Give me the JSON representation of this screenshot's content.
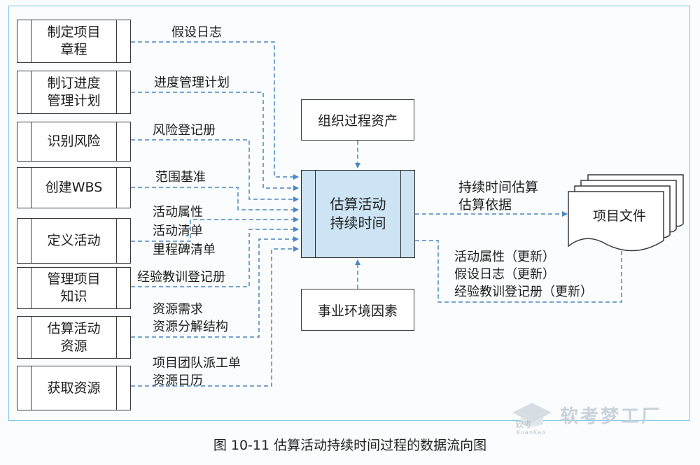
{
  "inputs": [
    {
      "name": "制定项目\n章程",
      "flow": "假设日志"
    },
    {
      "name": "制订进度\n管理计划",
      "flow": "进度管理计划"
    },
    {
      "name": "识别风险",
      "flow": "风险登记册"
    },
    {
      "name": "创建WBS",
      "flow": "范围基准"
    },
    {
      "name": "定义活动",
      "flow": "活动属性\n活动清单\n里程碑清单"
    },
    {
      "name": "管理项目\n知识",
      "flow": "经验教训登记册"
    },
    {
      "name": "估算活动\n资源",
      "flow": "资源需求\n资源分解结构"
    },
    {
      "name": "获取资源",
      "flow": "项目团队派工单\n资源日历"
    }
  ],
  "center_process": "估算活动\n持续时间",
  "top_input": "组织过程资产",
  "bottom_input": "事业环境因素",
  "output": {
    "target": "项目文件",
    "main_flow": "持续时间估算\n估算依据",
    "update_flow": "活动属性（更新）\n假设日志（更新）\n经验教训登记册（更新）"
  },
  "caption": "图 10-11    估算活动持续时间过程的数据流向图",
  "watermark": {
    "name": "软考梦工厂",
    "logo_text": "软考",
    "logo_sub": "KuanKao"
  },
  "colors": {
    "center_fill": "#cce4f3",
    "frame": "#7cc4e4",
    "line": "#4a87c4"
  }
}
